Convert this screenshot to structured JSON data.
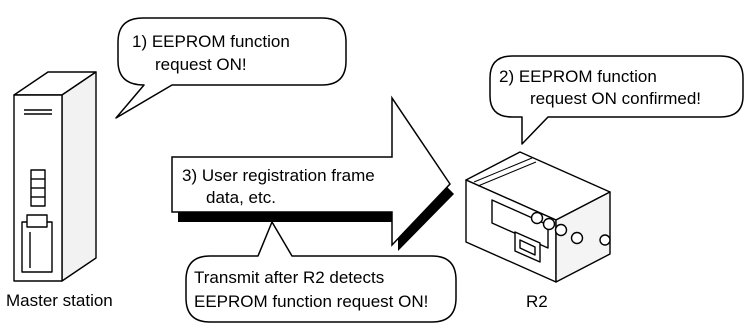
{
  "bubbles": {
    "step1": {
      "line1": "1) EEPROM function",
      "line2": "request ON!"
    },
    "step2": {
      "line1": "2) EEPROM function",
      "line2": "request ON confirmed!"
    },
    "step4": {
      "line1": "Transmit after R2 detects",
      "line2": "EEPROM function request ON!"
    }
  },
  "arrow": {
    "line1": "3) User registration frame",
    "line2": "data, etc."
  },
  "devices": {
    "master": {
      "label": "Master station"
    },
    "r2": {
      "label": "R2"
    }
  }
}
